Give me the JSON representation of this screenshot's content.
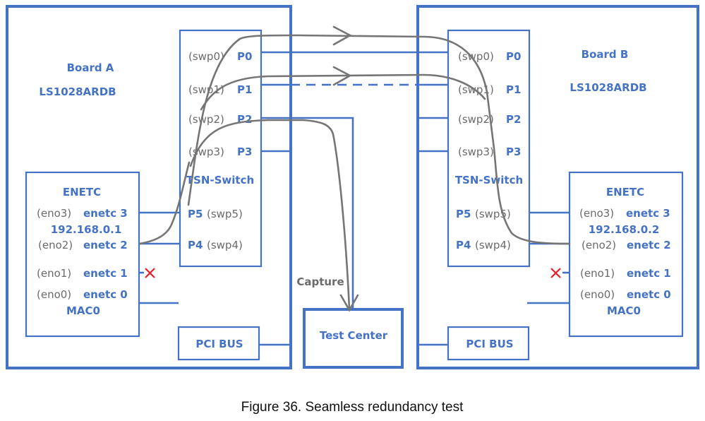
{
  "colors": {
    "board_blue": "#4472C4",
    "label_gray": "#6b6b6b",
    "flow_gray": "#757575",
    "fault_red": "#e8202a"
  },
  "board_a": {
    "title": "Board A",
    "model": "LS1028ARDB",
    "switch": {
      "title": "TSN-Switch",
      "ports": [
        {
          "iface": "(swp0)",
          "port": "P0"
        },
        {
          "iface": "(swp1)",
          "port": "P1"
        },
        {
          "iface": "(swp2)",
          "port": "P2"
        },
        {
          "iface": "(swp3)",
          "port": "P3"
        }
      ],
      "internal_ports": [
        {
          "port": "P5",
          "iface": "(swp5)"
        },
        {
          "port": "P4",
          "iface": "(swp4)"
        }
      ]
    },
    "enetc": {
      "title": "ENETC",
      "entries": [
        {
          "iface": "(eno3)",
          "name": "enetc 3"
        },
        {
          "iface": "(eno2)",
          "name": "enetc 2"
        },
        {
          "iface": "(eno1)",
          "name": "enetc 1"
        },
        {
          "iface": "(eno0)",
          "name": "enetc 0"
        }
      ],
      "ip": "192.168.0.1",
      "mac": "MAC0"
    },
    "pci_bus": "PCI BUS"
  },
  "board_b": {
    "title": "Board B",
    "model": "LS1028ARDB",
    "switch": {
      "title": "TSN-Switch",
      "ports": [
        {
          "iface": "(swp0)",
          "port": "P0"
        },
        {
          "iface": "(swp1)",
          "port": "P1"
        },
        {
          "iface": "(swp2)",
          "port": "P2"
        },
        {
          "iface": "(swp3)",
          "port": "P3"
        }
      ],
      "internal_ports": [
        {
          "port": "P5",
          "iface": "(swp5)"
        },
        {
          "port": "P4",
          "iface": "(swp4)"
        }
      ]
    },
    "enetc": {
      "title": "ENETC",
      "entries": [
        {
          "iface": "(eno3)",
          "name": "enetc 3"
        },
        {
          "iface": "(eno2)",
          "name": "enetc 2"
        },
        {
          "iface": "(eno1)",
          "name": "enetc 1"
        },
        {
          "iface": "(eno0)",
          "name": "enetc 0"
        }
      ],
      "ip": "192.168.0.2",
      "mac": "MAC0"
    },
    "pci_bus": "PCI BUS"
  },
  "test_center": {
    "title": "Test Center",
    "capture_label": "Capture"
  },
  "links": {
    "p0_p0": "solid",
    "p1_p1": "dashed",
    "failed_port": "enetc 1"
  },
  "caption": "Figure 36.  Seamless redundancy test"
}
